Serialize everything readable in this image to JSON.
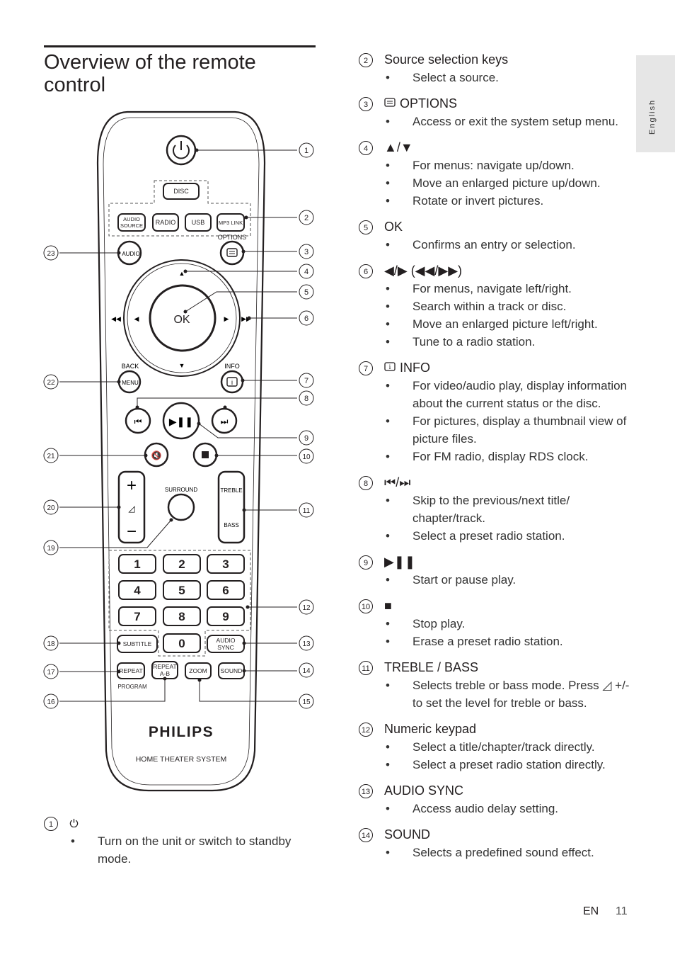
{
  "page": {
    "title": "Overview of the remote control",
    "language_tab": "English",
    "footer_lang": "EN",
    "page_number": "11"
  },
  "remote": {
    "brand": "PHILIPS",
    "model_text": "HOME THEATER SYSTEM",
    "buttons": {
      "disc": "DISC",
      "audio_source": "AUDIO SOURCE",
      "radio": "RADIO",
      "usb": "USB",
      "mp3_link": "MP3 LINK",
      "options": "OPTIONS",
      "audio": "AUDIO",
      "ok": "OK",
      "back": "BACK",
      "menu": "MENU",
      "info": "INFO",
      "surround": "SURROUND",
      "treble": "TREBLE",
      "bass": "BASS",
      "subtitle": "SUBTITLE",
      "audio_sync": "AUDIO SYNC",
      "repeat": "REPEAT",
      "repeat_ab": "REPEAT A-B",
      "zoom": "ZOOM",
      "sound": "SOUND",
      "program": "PROGRAM",
      "keys": [
        "1",
        "2",
        "3",
        "4",
        "5",
        "6",
        "7",
        "8",
        "9",
        "0"
      ]
    },
    "callouts_right": [
      "1",
      "2",
      "3",
      "4",
      "5",
      "6",
      "7",
      "8",
      "9",
      "10",
      "11",
      "12",
      "13",
      "14",
      "15"
    ],
    "callouts_left": [
      "23",
      "22",
      "21",
      "20",
      "19",
      "18",
      "17",
      "16"
    ]
  },
  "item1": {
    "num": "1",
    "icon": "power-icon",
    "bullets": [
      "Turn on the unit or switch to standby mode."
    ]
  },
  "items": [
    {
      "num": "2",
      "title": "Source selection keys",
      "icon": "",
      "bullets": [
        "Select a source."
      ]
    },
    {
      "num": "3",
      "title": "OPTIONS",
      "icon": "options-icon",
      "bullets": [
        "Access or exit the system setup menu."
      ]
    },
    {
      "num": "4",
      "title": "▲/▼",
      "icon": "",
      "bullets": [
        "For menus: navigate up/down.",
        "Move an enlarged picture up/down.",
        "Rotate or invert pictures."
      ]
    },
    {
      "num": "5",
      "title": "OK",
      "icon": "",
      "bullets": [
        "Confirms an entry or selection."
      ]
    },
    {
      "num": "6",
      "title": "◀/▶ (◀◀/▶▶)",
      "icon": "",
      "bullets": [
        "For menus, navigate left/right.",
        "Search within a track or disc.",
        "Move an enlarged picture left/right.",
        "Tune to a radio station."
      ]
    },
    {
      "num": "7",
      "title": "INFO",
      "icon": "info-icon",
      "bullets": [
        "For video/audio play, display information about the current status or the disc.",
        "For pictures, display a thumbnail view of picture files.",
        "For FM radio, display RDS clock."
      ]
    },
    {
      "num": "8",
      "title": "⏮/⏭",
      "icon": "",
      "bullets": [
        "Skip to the previous/next title/ chapter/track.",
        "Select a preset radio station."
      ]
    },
    {
      "num": "9",
      "title": "▶❚❚",
      "icon": "",
      "bullets": [
        "Start or pause play."
      ]
    },
    {
      "num": "10",
      "title": "■",
      "icon": "",
      "bullets": [
        "Stop play.",
        "Erase a preset radio station."
      ]
    },
    {
      "num": "11",
      "title": "TREBLE / BASS",
      "icon": "",
      "bullets": [
        "Selects treble or bass mode. Press ◿ +/- to set the level for treble or bass."
      ]
    },
    {
      "num": "12",
      "title": "Numeric keypad",
      "icon": "",
      "bullets": [
        "Select a title/chapter/track directly.",
        "Select a preset radio station directly."
      ]
    },
    {
      "num": "13",
      "title": "AUDIO SYNC",
      "icon": "",
      "bullets": [
        "Access audio delay setting."
      ]
    },
    {
      "num": "14",
      "title": "SOUND",
      "icon": "",
      "bullets": [
        "Selects a predefined sound effect."
      ]
    }
  ]
}
